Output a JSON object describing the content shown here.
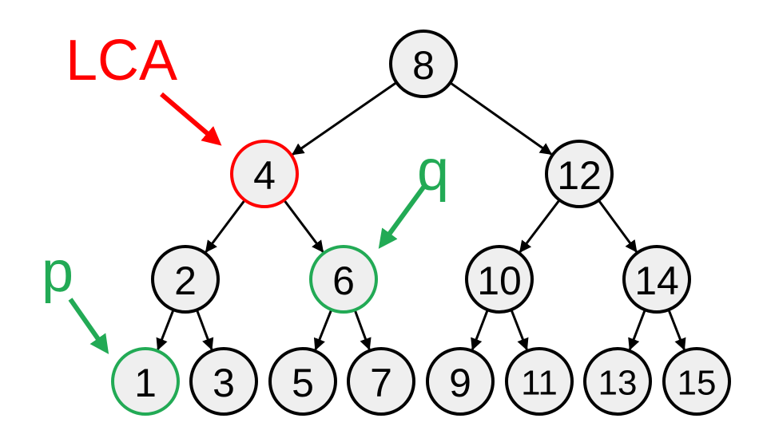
{
  "colors": {
    "default_stroke": "#000000",
    "highlight_lca": "#ff0000",
    "highlight_pq": "#22aa55",
    "node_fill": "#efefef"
  },
  "tree": {
    "nodes": [
      {
        "id": "n8",
        "label": "8",
        "highlight": "none"
      },
      {
        "id": "n4",
        "label": "4",
        "highlight": "lca"
      },
      {
        "id": "n12",
        "label": "12",
        "highlight": "none"
      },
      {
        "id": "n2",
        "label": "2",
        "highlight": "none"
      },
      {
        "id": "n6",
        "label": "6",
        "highlight": "pq"
      },
      {
        "id": "n10",
        "label": "10",
        "highlight": "none"
      },
      {
        "id": "n14",
        "label": "14",
        "highlight": "none"
      },
      {
        "id": "n1",
        "label": "1",
        "highlight": "pq"
      },
      {
        "id": "n3",
        "label": "3",
        "highlight": "none"
      },
      {
        "id": "n5",
        "label": "5",
        "highlight": "none"
      },
      {
        "id": "n7",
        "label": "7",
        "highlight": "none"
      },
      {
        "id": "n9",
        "label": "9",
        "highlight": "none"
      },
      {
        "id": "n11",
        "label": "11",
        "highlight": "none"
      },
      {
        "id": "n13",
        "label": "13",
        "highlight": "none"
      },
      {
        "id": "n15",
        "label": "15",
        "highlight": "none"
      }
    ],
    "edges": [
      [
        "n8",
        "n4"
      ],
      [
        "n8",
        "n12"
      ],
      [
        "n4",
        "n2"
      ],
      [
        "n4",
        "n6"
      ],
      [
        "n12",
        "n10"
      ],
      [
        "n12",
        "n14"
      ],
      [
        "n2",
        "n1"
      ],
      [
        "n2",
        "n3"
      ],
      [
        "n6",
        "n5"
      ],
      [
        "n6",
        "n7"
      ],
      [
        "n10",
        "n9"
      ],
      [
        "n10",
        "n11"
      ],
      [
        "n14",
        "n13"
      ],
      [
        "n14",
        "n15"
      ]
    ]
  },
  "annotations": {
    "lca": {
      "text": "LCA",
      "target": "n4",
      "color": "#ff0000"
    },
    "q": {
      "text": "q",
      "target": "n6",
      "color": "#22aa55"
    },
    "p": {
      "text": "p",
      "target": "n1",
      "color": "#22aa55"
    }
  }
}
